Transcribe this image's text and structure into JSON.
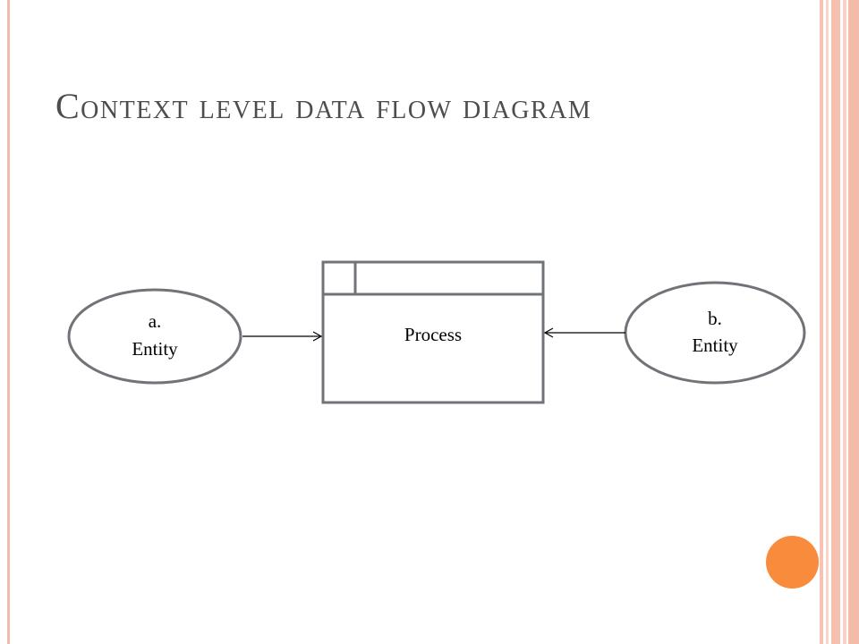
{
  "slide": {
    "title": "Context level data flow diagram",
    "colors": {
      "accent": "#f98b3d",
      "border": "#f4b9a8",
      "shape_stroke": "#707378",
      "title": "#4d4d4d"
    }
  },
  "diagram": {
    "entity_a": {
      "line1": "a.",
      "line2": "Entity"
    },
    "entity_b": {
      "line1": "b.",
      "line2": "Entity"
    },
    "process": {
      "label": "Process"
    }
  }
}
